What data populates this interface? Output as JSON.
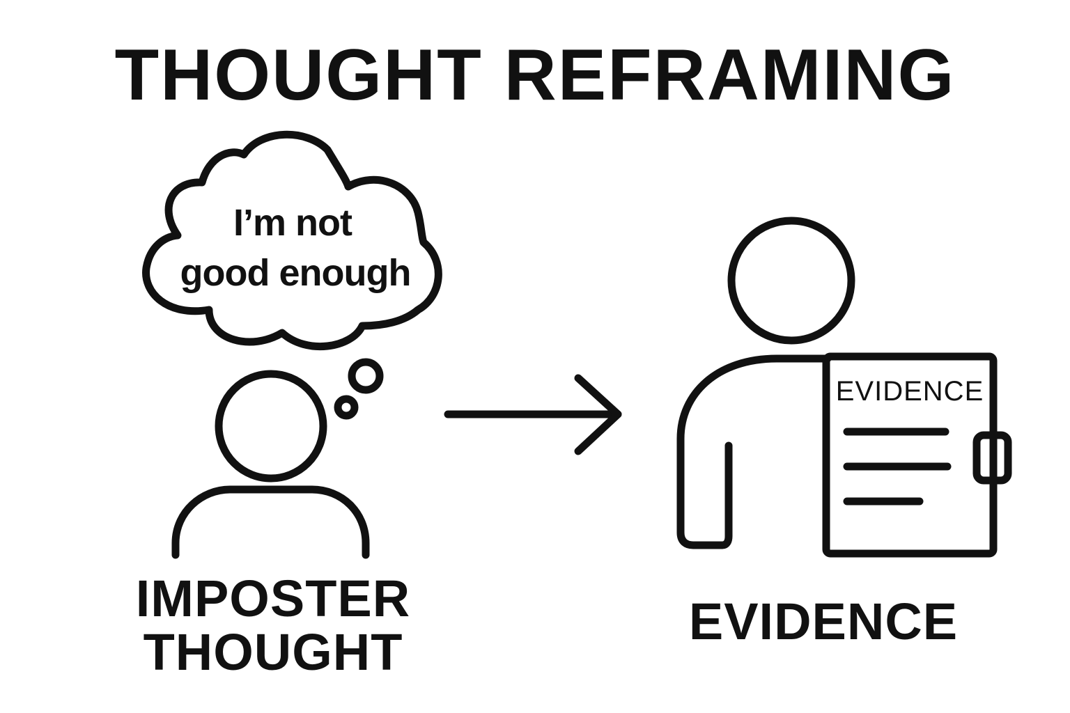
{
  "title": "THOUGHT REFRAMING",
  "left": {
    "bubble_line_1": "I’m not",
    "bubble_line_2": "good enough",
    "label_line_1": "IMPOSTER",
    "label_line_2": "THOUGHT",
    "icon": "person-thinking-icon"
  },
  "right": {
    "document_title": "EVIDENCE",
    "label": "EVIDENCE",
    "icon": "person-with-document-icon"
  },
  "arrow_icon": "arrow-right-icon",
  "colors": {
    "ink": "#111111",
    "background": "#ffffff"
  }
}
